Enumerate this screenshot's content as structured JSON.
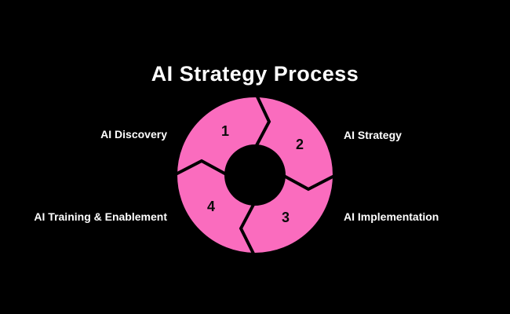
{
  "title": "AI Strategy Process",
  "colors": {
    "background": "#000000",
    "ring_pink": "#FA6CBE",
    "divider_black": "#000000",
    "number_black": "#0A0A0A",
    "label_white": "#FFFFFF"
  },
  "diagram": {
    "type": "cycle",
    "direction": "clockwise",
    "segment_count": 4,
    "segments": [
      {
        "number": "1",
        "label": "AI Discovery",
        "position": "top-left"
      },
      {
        "number": "2",
        "label": "AI Strategy",
        "position": "top-right"
      },
      {
        "number": "3",
        "label": "AI Implementation",
        "position": "bottom-right"
      },
      {
        "number": "4",
        "label": "AI Training & Enablement",
        "position": "bottom-left"
      }
    ]
  }
}
